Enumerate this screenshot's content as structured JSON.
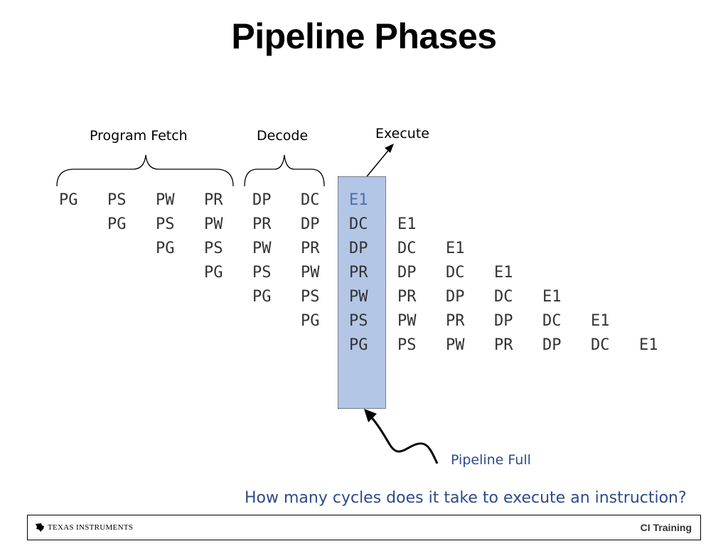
{
  "slide": {
    "title": "Pipeline Phases",
    "labels": {
      "program_fetch": "Program Fetch",
      "decode": "Decode",
      "execute": "Execute"
    },
    "pipeline_full": "Pipeline Full",
    "question": "How many cycles does it take to execute an instruction?",
    "footer": {
      "company": "TEXAS INSTRUMENTS",
      "training": "CI Training"
    }
  },
  "pipeline": {
    "rows": [
      {
        "start": 0,
        "phases": [
          "PG",
          "PS",
          "PW",
          "PR",
          "DP",
          "DC",
          "E1"
        ]
      },
      {
        "start": 1,
        "phases": [
          "PG",
          "PS",
          "PW",
          "PR",
          "DP",
          "DC",
          "E1"
        ]
      },
      {
        "start": 2,
        "phases": [
          "PG",
          "PS",
          "PW",
          "PR",
          "DP",
          "DC",
          "E1"
        ]
      },
      {
        "start": 3,
        "phases": [
          "PG",
          "PS",
          "PW",
          "PR",
          "DP",
          "DC",
          "E1"
        ]
      },
      {
        "start": 4,
        "phases": [
          "PG",
          "PS",
          "PW",
          "PR",
          "DP",
          "DC",
          "E1"
        ]
      },
      {
        "start": 5,
        "phases": [
          "PG",
          "PS",
          "PW",
          "PR",
          "DP",
          "DC",
          "E1"
        ]
      },
      {
        "start": 6,
        "phases": [
          "PG",
          "PS",
          "PW",
          "PR",
          "DP",
          "DC",
          "E1"
        ]
      }
    ],
    "highlight_column": 6
  },
  "colors": {
    "highlight_fill": "#b3c6e6",
    "accent_text": "#2e4a8c"
  }
}
